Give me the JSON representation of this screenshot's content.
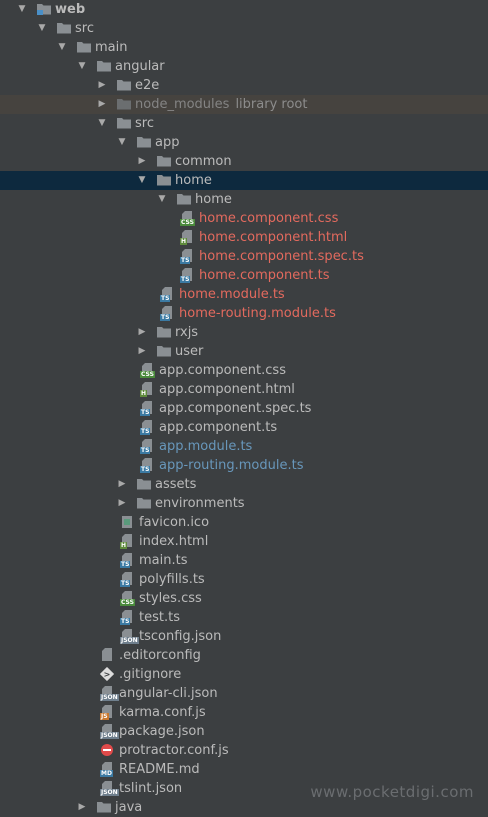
{
  "rows": [
    {
      "label": "web",
      "type": "module",
      "depth": 0,
      "arrow": "open",
      "style": "bold"
    },
    {
      "label": "src",
      "type": "folder",
      "depth": 1,
      "arrow": "open"
    },
    {
      "label": "main",
      "type": "folder",
      "depth": 2,
      "arrow": "open"
    },
    {
      "label": "angular",
      "type": "folder",
      "depth": 3,
      "arrow": "open"
    },
    {
      "label": "e2e",
      "type": "folder",
      "depth": 4,
      "arrow": "closed"
    },
    {
      "label": "node_modules",
      "extra": "library root",
      "type": "folder",
      "depth": 4,
      "arrow": "closed",
      "style": "ignored",
      "bg": "ignored"
    },
    {
      "label": "src",
      "type": "folder",
      "depth": 4,
      "arrow": "open"
    },
    {
      "label": "app",
      "type": "folder",
      "depth": 5,
      "arrow": "open"
    },
    {
      "label": "common",
      "type": "folder",
      "depth": 6,
      "arrow": "closed"
    },
    {
      "label": "home",
      "type": "folder",
      "depth": 6,
      "arrow": "open",
      "bg": "selected"
    },
    {
      "label": "home",
      "type": "folder",
      "depth": 7,
      "arrow": "open"
    },
    {
      "label": "home.component.css",
      "type": "file",
      "badge": "CSS",
      "depth": 8,
      "style": "new"
    },
    {
      "label": "home.component.html",
      "type": "file",
      "badge": "H",
      "depth": 8,
      "style": "new"
    },
    {
      "label": "home.component.spec.ts",
      "type": "file",
      "badge": "TS",
      "depth": 8,
      "style": "new"
    },
    {
      "label": "home.component.ts",
      "type": "file",
      "badge": "TS",
      "depth": 8,
      "style": "new"
    },
    {
      "label": "home.module.ts",
      "type": "file",
      "badge": "TS",
      "depth": 7,
      "style": "new"
    },
    {
      "label": "home-routing.module.ts",
      "type": "file",
      "badge": "TS",
      "depth": 7,
      "style": "new"
    },
    {
      "label": "rxjs",
      "type": "folder",
      "depth": 6,
      "arrow": "closed"
    },
    {
      "label": "user",
      "type": "folder",
      "depth": 6,
      "arrow": "closed"
    },
    {
      "label": "app.component.css",
      "type": "file",
      "badge": "CSS",
      "depth": 6
    },
    {
      "label": "app.component.html",
      "type": "file",
      "badge": "H",
      "depth": 6
    },
    {
      "label": "app.component.spec.ts",
      "type": "file",
      "badge": "TS",
      "depth": 6
    },
    {
      "label": "app.component.ts",
      "type": "file",
      "badge": "TS",
      "depth": 6
    },
    {
      "label": "app.module.ts",
      "type": "file",
      "badge": "TS",
      "depth": 6,
      "style": "mod"
    },
    {
      "label": "app-routing.module.ts",
      "type": "file",
      "badge": "TS",
      "depth": 6,
      "style": "mod"
    },
    {
      "label": "assets",
      "type": "folder",
      "depth": 5,
      "arrow": "closed"
    },
    {
      "label": "environments",
      "type": "folder",
      "depth": 5,
      "arrow": "closed"
    },
    {
      "label": "favicon.ico",
      "type": "file",
      "badge": "img",
      "depth": 5
    },
    {
      "label": "index.html",
      "type": "file",
      "badge": "H",
      "depth": 5
    },
    {
      "label": "main.ts",
      "type": "file",
      "badge": "TS",
      "depth": 5
    },
    {
      "label": "polyfills.ts",
      "type": "file",
      "badge": "TS",
      "depth": 5
    },
    {
      "label": "styles.css",
      "type": "file",
      "badge": "CSS",
      "depth": 5
    },
    {
      "label": "test.ts",
      "type": "file",
      "badge": "TS",
      "depth": 5
    },
    {
      "label": "tsconfig.json",
      "type": "file",
      "badge": "JSON",
      "depth": 5
    },
    {
      "label": ".editorconfig",
      "type": "file",
      "badge": "",
      "depth": 4
    },
    {
      "label": ".gitignore",
      "type": "file",
      "badge": "git",
      "depth": 4
    },
    {
      "label": "angular-cli.json",
      "type": "file",
      "badge": "JSON",
      "depth": 4
    },
    {
      "label": "karma.conf.js",
      "type": "file",
      "badge": "JS",
      "depth": 4
    },
    {
      "label": "package.json",
      "type": "file",
      "badge": "JSON",
      "depth": 4
    },
    {
      "label": "protractor.conf.js",
      "type": "file",
      "badge": "prot",
      "depth": 4
    },
    {
      "label": "README.md",
      "type": "file",
      "badge": "MD",
      "depth": 4
    },
    {
      "label": "tslint.json",
      "type": "file",
      "badge": "JSON",
      "depth": 4
    },
    {
      "label": "java",
      "type": "folder",
      "depth": 3,
      "arrow": "closed"
    }
  ],
  "watermark": "www.pocketdigi.com",
  "colors": {
    "background": "#3c3f41",
    "selected": "#0d293e",
    "new_file": "#e36a5e",
    "modified_file": "#6897bb",
    "folder": "#8a8f93"
  }
}
